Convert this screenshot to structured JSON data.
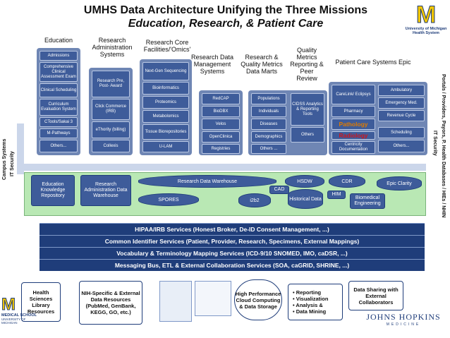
{
  "title_line1": "UMHS Data Architecture Unifying the Three Missions",
  "title_line2": "Education, Research, & Patient Care",
  "logo_top": {
    "letter": "M",
    "line1": "University of Michigan",
    "line2": "Health System"
  },
  "logo_bottom_left": {
    "letter": "M",
    "line1": "MEDICAL SCHOOL",
    "line2": "UNIVERSITY OF MICHIGAN"
  },
  "logo_bottom_right": {
    "line1": "JOHNS HOPKINS",
    "line2": "MEDICINE"
  },
  "headers": {
    "education": "Education",
    "research_admin": "Research Administration Systems",
    "research_core": "Research Core Facilities/'Omics'",
    "research_data_mgmt": "Research Data Management Systems",
    "research_quality": "Research & Quality Metrics Data Marts",
    "quality_metrics": "Quality Metrics Reporting & Peer Review",
    "patient_care": "Patient Care Systems Epic"
  },
  "education_items": [
    "Admissions",
    "Comprehensive Clinical Assessment Exam",
    "Clinical Scheduling",
    "Curriculum Evaluation System",
    "CTools/Sakai 3",
    "M-Pathways",
    "Others..."
  ],
  "research_admin_items": [
    "Research Pre, Post- Award",
    "Click Commerce (IRB)",
    "eThority (billing)",
    "Collexis"
  ],
  "research_core_items": [
    "Next-Gen Sequencing",
    "Bioinformatics",
    "Proteomics",
    "Metabolomics",
    "Tissue Biorepositories",
    "U-LAM"
  ],
  "research_data_items": [
    "RedCAP",
    "BioDBX",
    "Velos",
    "OpenClinica",
    "Registries"
  ],
  "data_mart_items": [
    "Populations",
    "Individuals",
    "Diseases",
    "Demographics",
    "Others ..."
  ],
  "quality_items": [
    "CIDSS Analytics & Reporting Tools",
    "Others"
  ],
  "patient_care_items": [
    "CareLink/ Eclipsys",
    "Pharmacy",
    "Pathology",
    "Radiology",
    "Centricity Documentation",
    "Ambulatory",
    "Emergency Med.",
    "Revenue Cycle",
    "Scheduling",
    "Others..."
  ],
  "warehouse": {
    "education_repo": "Education Knowledge Repository",
    "research_admin_dw": "Research Administration Data Warehouse",
    "rdw": "Research Data Warehouse",
    "spores": "SPORES",
    "i2b2": "i2b2",
    "hsdw": "HSDW",
    "cad": "CAD",
    "historical": "Historical Data",
    "cdr": "CDR",
    "him": "HIM",
    "biomed": "Biomedical Engineering",
    "epic_clarity": "Epic Clarity"
  },
  "bands": [
    "HIPAA/IRB Services (Honest Broker, De-ID Consent Management, ...)",
    "Common Identifier Services (Patient, Provider, Research, Specimens, External Mappings)",
    "Vocabulary & Terminology Mapping Services (ICD-9/10 SNOMED, IMO, caDSR, ...)",
    "Messaging Bus, ETL & External Collaboration Services (SOA, caGRID, SHRINE, ...)"
  ],
  "side_labels": {
    "campus": "Campus Systems",
    "it_left": "IT Security",
    "it_right": "IT Security",
    "portals": "Portals / Providers, Payors, P. Health Databases / HIEs / NHIN"
  },
  "bottom": {
    "health_sciences": "Health Sciences Library Resources",
    "nih": "NIH-Specific & External Data Resources (PubMed, GenBank, KEGG, GO, etc.)",
    "cloud": "High Performance Cloud Computing & Data Storage",
    "reporting": [
      "• Reporting",
      "• Visualization",
      "• Analysis &",
      "• Data Mining"
    ],
    "sharing": "Data Sharing with External Collaborators"
  },
  "colors": {
    "navy": "#1f3d7a",
    "cell": "#3e5c9a",
    "column": "#6f86b4",
    "green": "#b9e8b4",
    "maize": "#f2c600"
  }
}
